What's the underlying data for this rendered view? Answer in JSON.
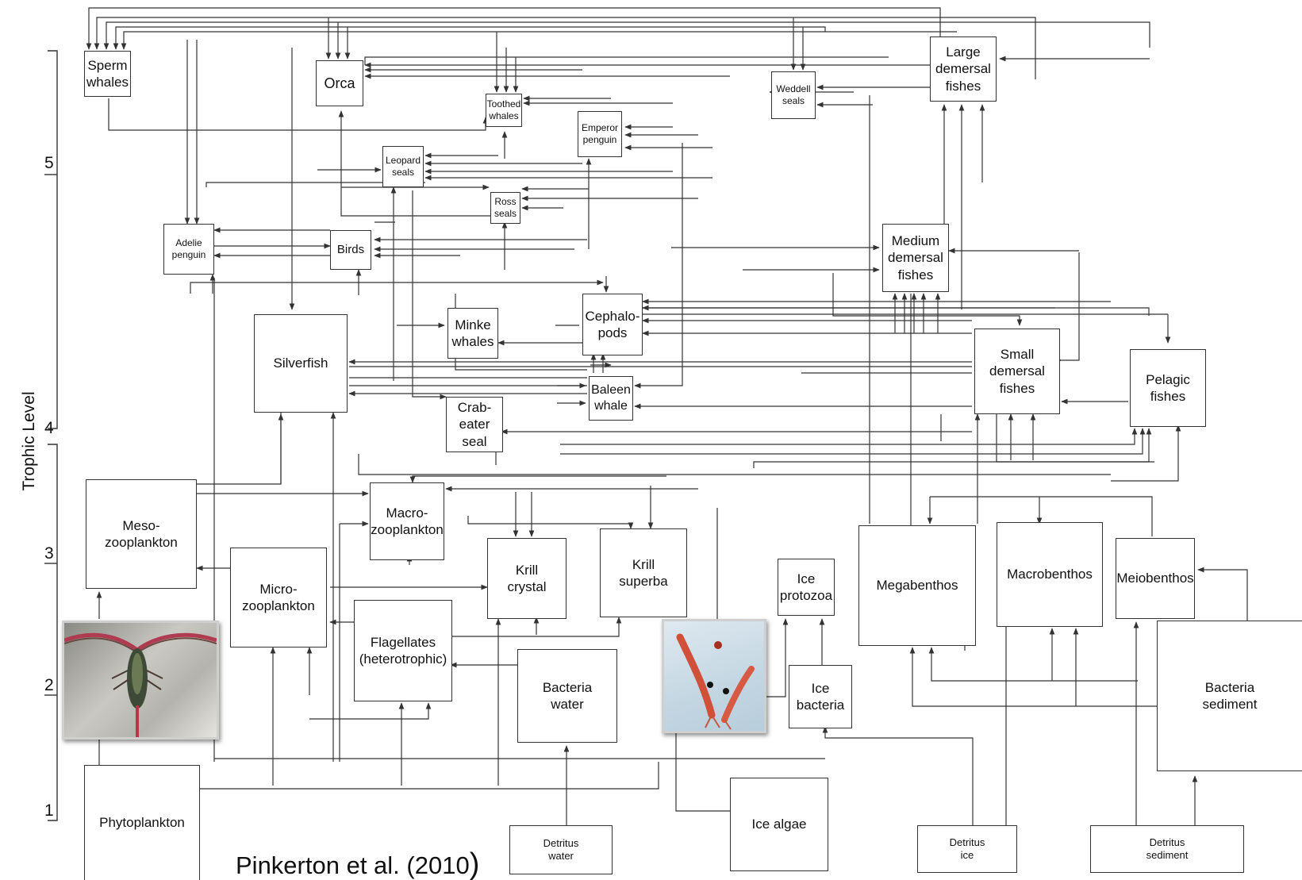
{
  "axis": {
    "title": "Trophic Level",
    "ticks": [
      "5",
      "4",
      "3",
      "2",
      "1"
    ]
  },
  "nodes": {
    "sperm_whales": "Sperm\nwhales",
    "orca": "Orca",
    "toothed_whales": "Toothed\nwhales",
    "emperor_penguin": "Emperor\npenguin",
    "weddell_seals": "Weddell\nseals",
    "large_demersal_fishes": "Large\ndemersal\nfishes",
    "leopard_seals": "Leopard\nseals",
    "ross_seals": "Ross\nseals",
    "adelie_penguin": "Adelie\npenguin",
    "birds": "Birds",
    "medium_demersal_fishes": "Medium\ndemersal\nfishes",
    "silverfish": "Silverfish",
    "minke_whales": "Minke\nwhales",
    "cephalopods": "Cephalo-\npods",
    "small_demersal_fishes": "Small\ndemersal\nfishes",
    "pelagic_fishes": "Pelagic\nfishes",
    "baleen_whale": "Baleen\nwhale",
    "crabeater_seal": "Crab-\neater\nseal",
    "mesozooplankton": "Meso-\nzooplankton",
    "macrozooplankton": "Macro-\nzooplankton",
    "microzooplankton": "Micro-\nzooplankton",
    "krill_crystal": "Krill\ncrystal",
    "krill_superba": "Krill\nsuperba",
    "ice_protozoa": "Ice\nprotozoa",
    "megabenthos": "Megabenthos",
    "macrobenthos": "Macrobenthos",
    "meiobenthos": "Meiobenthos",
    "flagellates": "Flagellates\n(heterotrophic)",
    "bacteria_water": "Bacteria\nwater",
    "ice_bacteria": "Ice\nbacteria",
    "bacteria_sediment": "Bacteria\nsediment",
    "phytoplankton": "Phytoplankton",
    "ice_algae": "Ice algae",
    "detritus_water": "Detritus\nwater",
    "detritus_ice": "Detritus\nice",
    "detritus_sediment": "Detritus\nsediment"
  },
  "citation": "Pinkerton et al. (2010",
  "citation_paren": ")",
  "photos": [
    "copepod-photo",
    "krill-photo"
  ],
  "colors": {
    "line": "#333333",
    "box_border": "#333333",
    "copepod_stripe": "#c03048",
    "krill": "#d0503a"
  }
}
